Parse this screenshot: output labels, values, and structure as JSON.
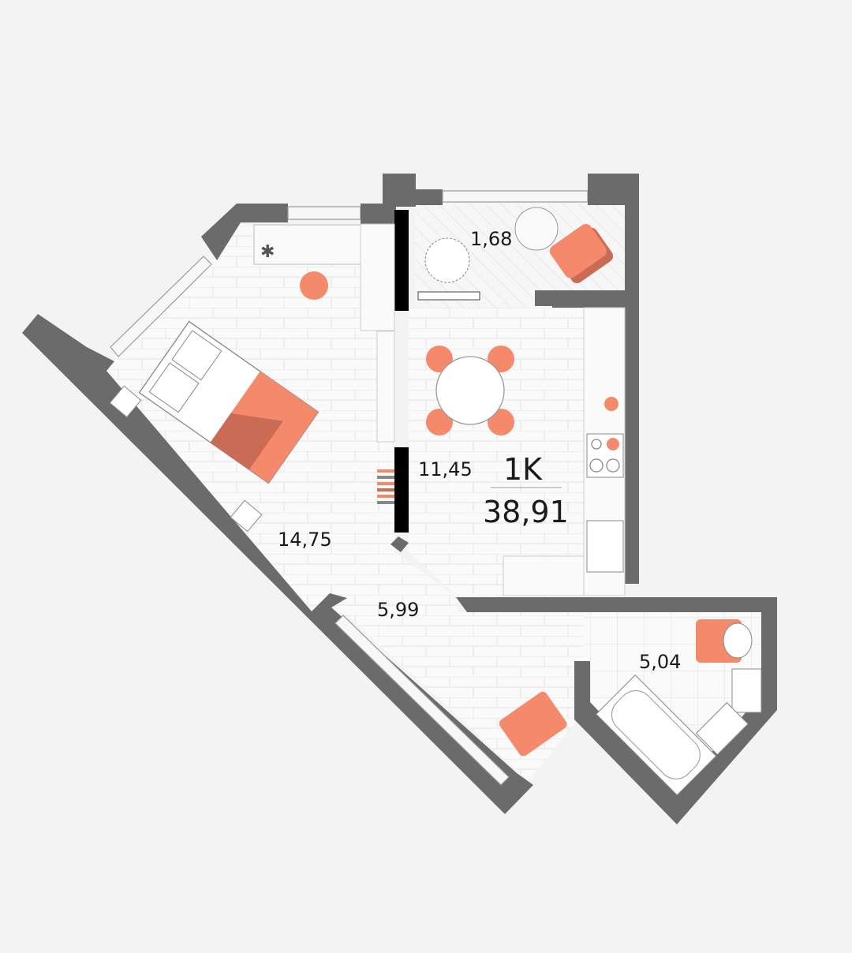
{
  "apartment": {
    "type_label": "1K",
    "total_area": "38,91"
  },
  "rooms": {
    "balcony": "1,68",
    "kitchen": "11,45",
    "bedroom": "14,75",
    "hallway": "5,99",
    "bathroom": "5,04"
  },
  "colors": {
    "background": "#f3f3f3",
    "wall": "#6b6b6b",
    "partition": "#000000",
    "accent": "#f4896b",
    "accent_dark": "#c96b55"
  }
}
